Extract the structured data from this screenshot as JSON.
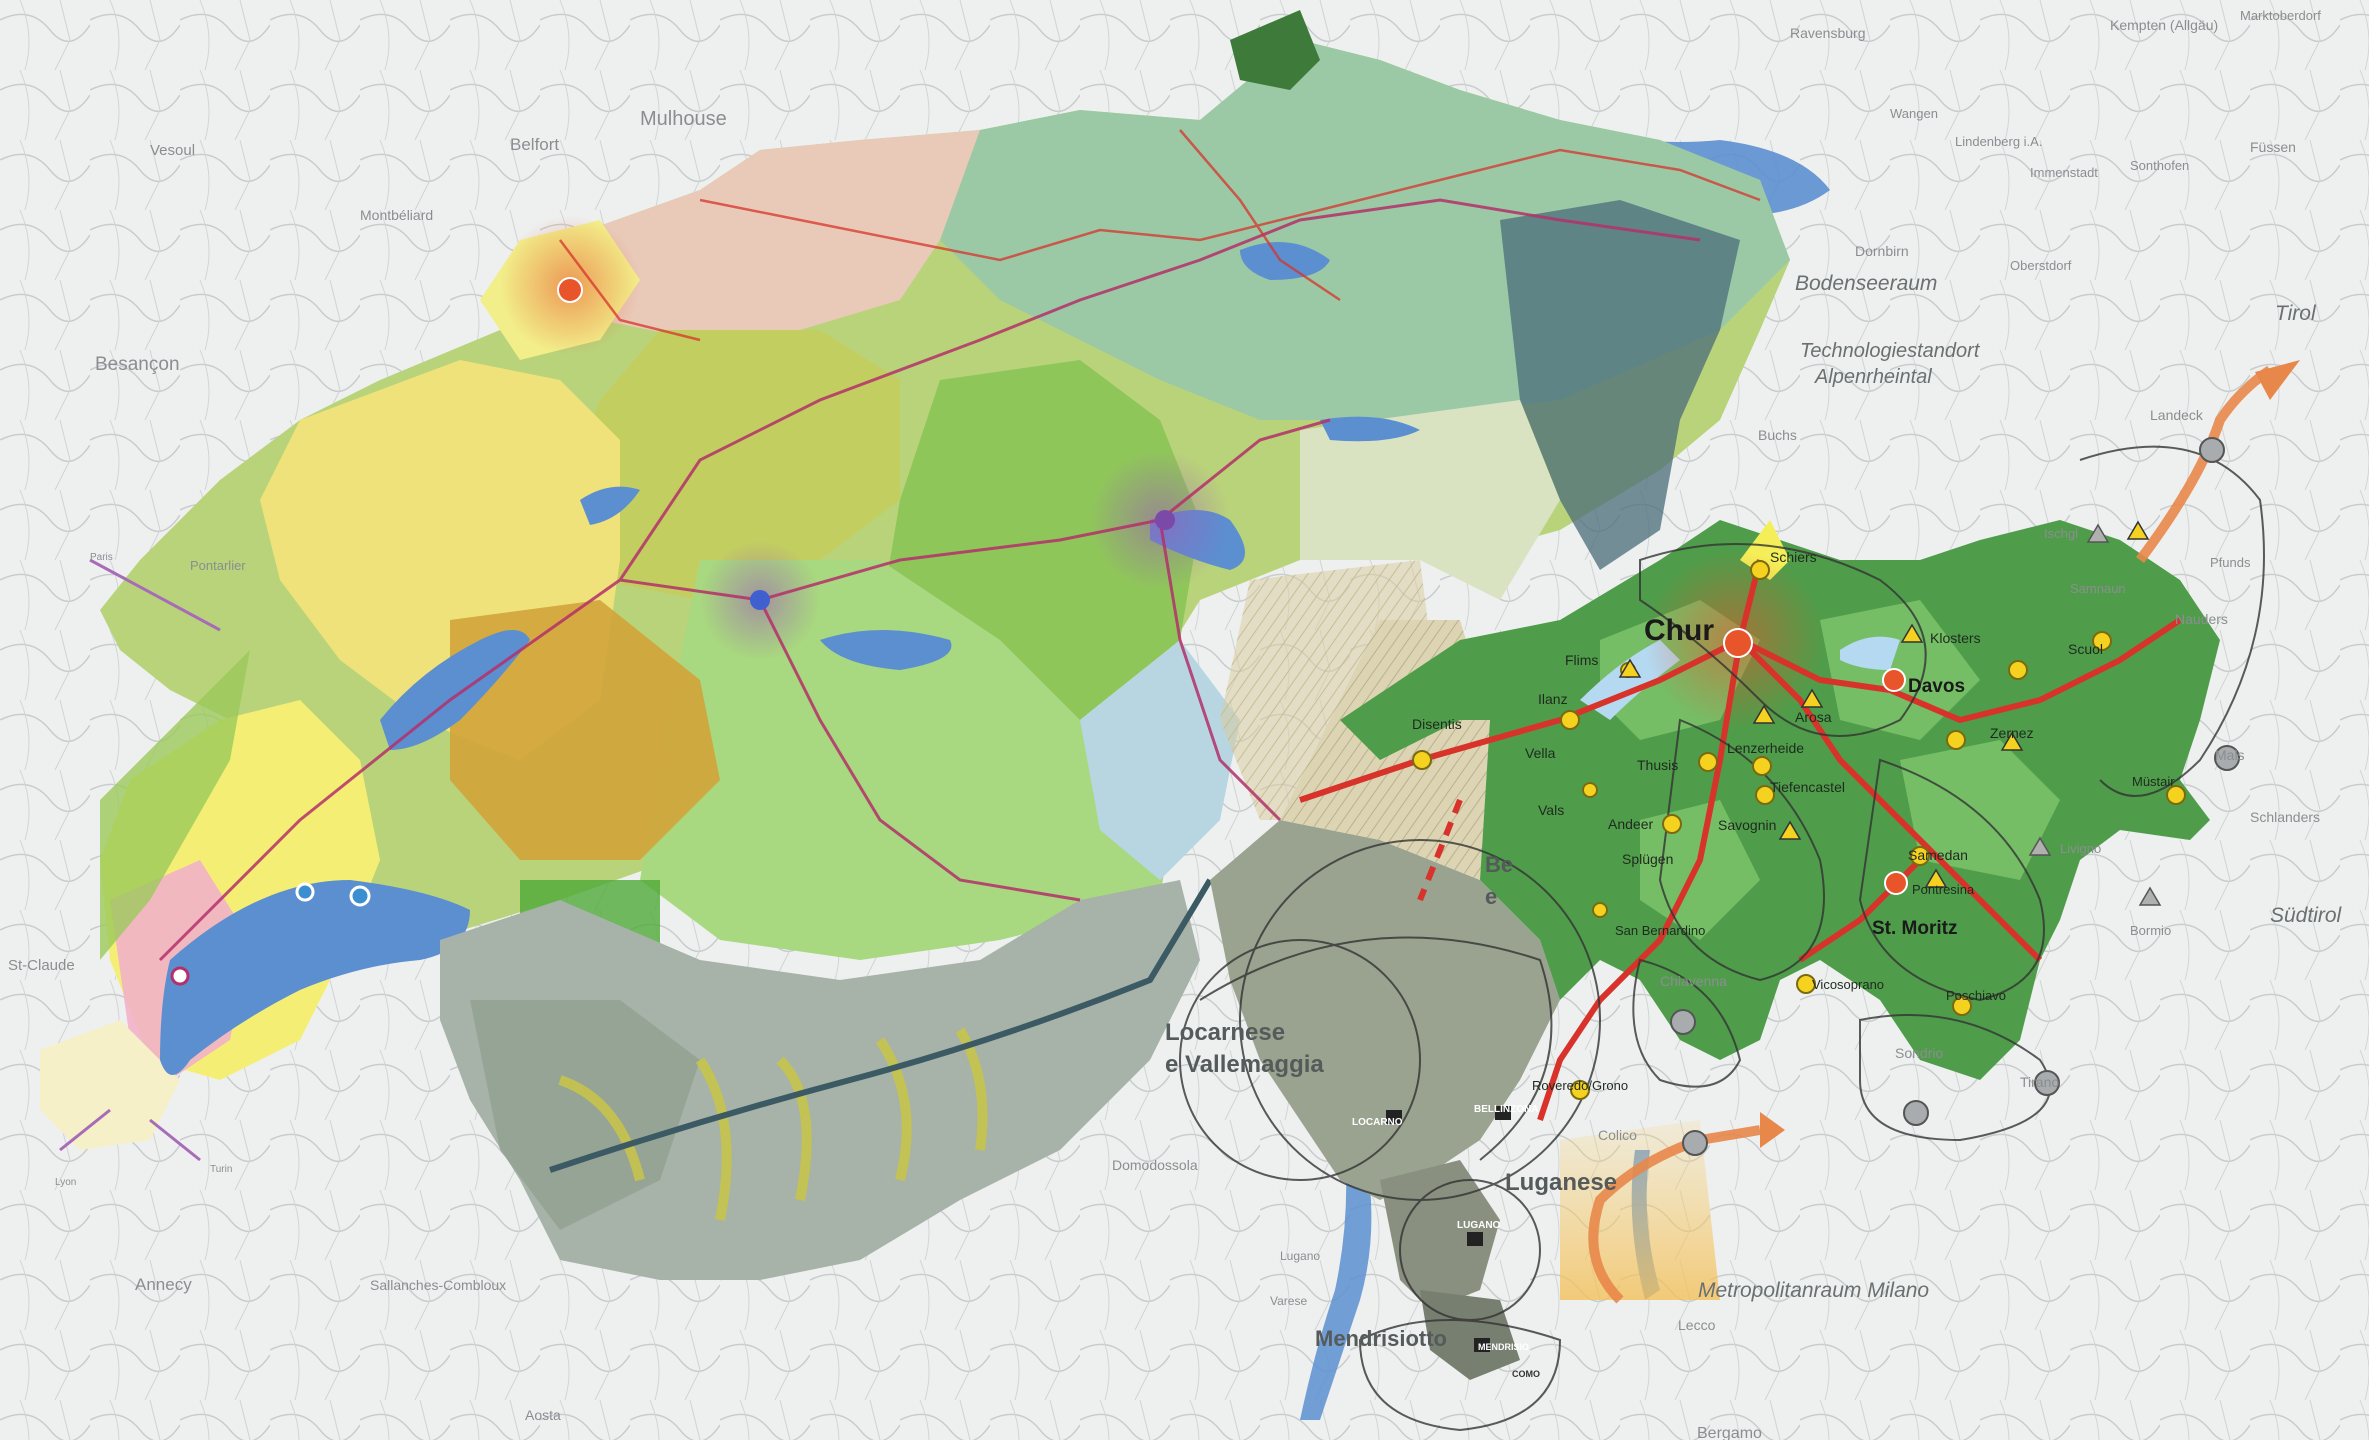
{
  "colors": {
    "graubuenden_green": "#4f9d4a",
    "axis_red": "#d7332b",
    "corridor_orange": "#e8874a",
    "ticino_grey": "#9aa38f",
    "lake_blue": "#5b8fd0",
    "node_yellow": "#f4d21f",
    "node_orange": "#e8552a"
  },
  "regions": {
    "locarnese": [
      "Locarnese",
      "e Vallemaggia"
    ],
    "luganese": "Luganese",
    "mendrisiotto": "Mendrisiotto",
    "bellinzonese_partial": [
      "Be",
      "e"
    ],
    "bodenseeraum": "Bodenseeraum",
    "technologiestandort": [
      "Technologiestandort",
      "Alpenrheintal"
    ],
    "tirol": "Tirol",
    "suedtirol": "Südtirol",
    "metropolitanraum": "Metropolitanraum Milano"
  },
  "graubuenden": {
    "main_city": "Chur",
    "centers": [
      "Davos",
      "St. Moritz"
    ],
    "towns": [
      "Schiers",
      "Klosters",
      "Flims",
      "Ilanz",
      "Disentis",
      "Vella",
      "Vals",
      "Arosa",
      "Lenzerheide",
      "Thusis",
      "Tiefencastel",
      "Andeer",
      "Savognin",
      "Splügen",
      "San Bernardino",
      "Roveredo/Grono",
      "Samedan",
      "Pontresina",
      "Zernez",
      "Scuol",
      "Müstair",
      "Vicosoprano",
      "Poschiavo"
    ]
  },
  "ticino_towns": [
    "LOCARNO",
    "BELLINZONA",
    "LUGANO",
    "MENDRISIO",
    "COMO"
  ],
  "background_places": [
    "Mulhouse",
    "Belfort",
    "Besançon",
    "Vesoul",
    "Montbéliard",
    "Annecy",
    "Sallanches-Combloux",
    "St-Claude",
    "Lyon",
    "Turin",
    "Paris",
    "Pontarlier",
    "Landeck",
    "Ischgl",
    "Pfunds",
    "Samnaun",
    "Nauders",
    "Mals",
    "Schlanders",
    "Livigno",
    "Bormio",
    "Sondrio",
    "Tirano",
    "Chiavenna",
    "Colico",
    "Domodossola",
    "Lecco",
    "Bergamo",
    "Aosta",
    "Buchs",
    "Dornbirn",
    "Kempten (Allgäu)",
    "Ravensburg",
    "Sonthofen",
    "Füssen",
    "Marktoberdorf",
    "Wangen",
    "Lindenberg i.A.",
    "Immenstadt",
    "Oberstdorf",
    "Lugano",
    "Varese"
  ]
}
